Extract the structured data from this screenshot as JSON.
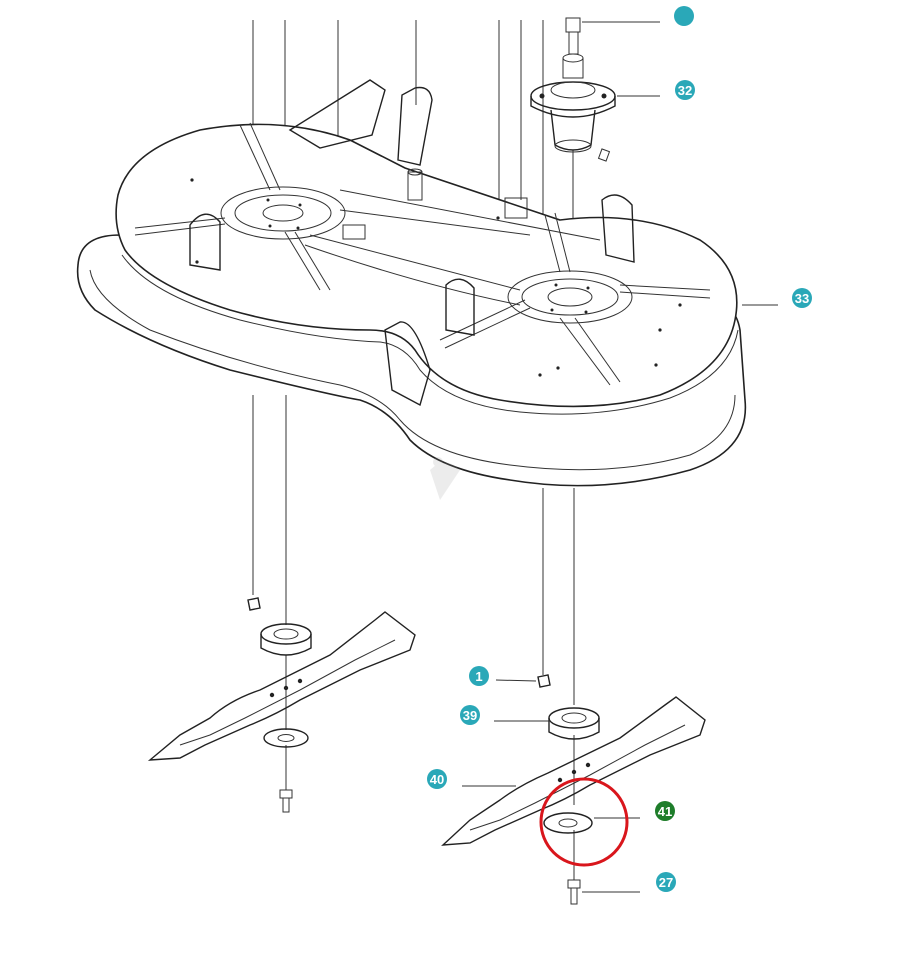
{
  "colors": {
    "badge": "#2aa8b8",
    "badge_highlight": "#1e7d2a",
    "highlight_circle": "#d9161c",
    "line": "#222222"
  },
  "callouts": [
    {
      "id": "c-top",
      "label": ""
    },
    {
      "id": "c32",
      "label": "32"
    },
    {
      "id": "c33",
      "label": "33"
    },
    {
      "id": "c1",
      "label": "1"
    },
    {
      "id": "c39",
      "label": "39"
    },
    {
      "id": "c40",
      "label": "40"
    },
    {
      "id": "c41",
      "label": "41",
      "highlighted": true
    },
    {
      "id": "c27",
      "label": "27"
    }
  ]
}
